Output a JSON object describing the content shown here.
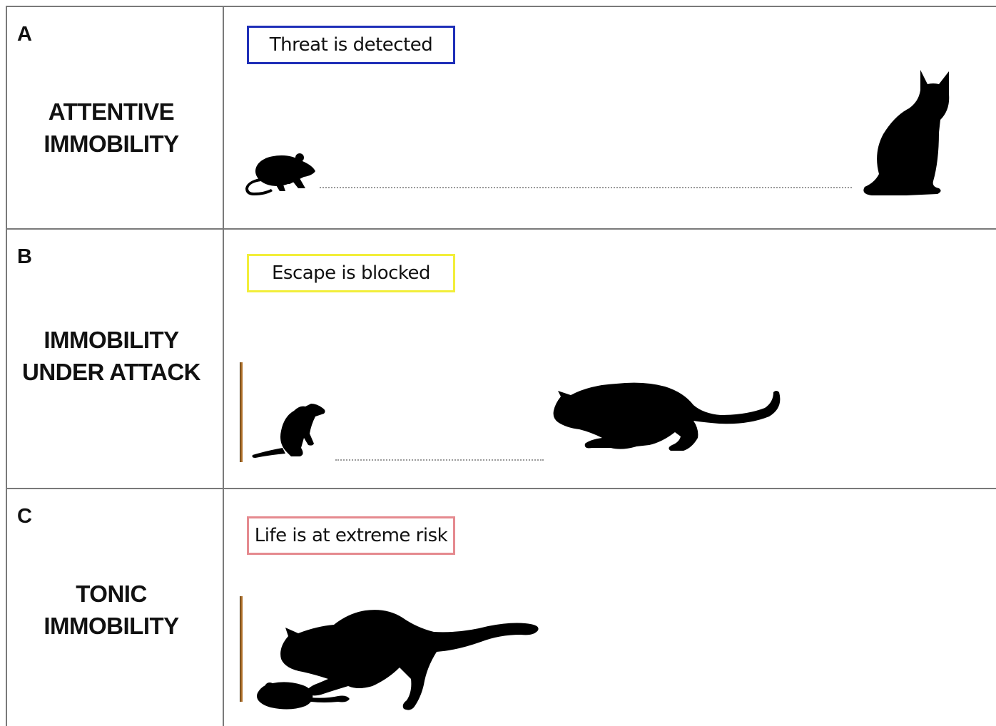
{
  "rows": [
    {
      "letter": "A",
      "title_lines": [
        "ATTENTIVE",
        "IMMOBILITY"
      ],
      "condition": "Threat is detected",
      "condition_border_color": "#1f2fb8"
    },
    {
      "letter": "B",
      "title_lines": [
        "IMMOBILITY",
        "UNDER ATTACK"
      ],
      "condition": "Escape is blocked",
      "condition_border_color": "#f2ee3a"
    },
    {
      "letter": "C",
      "title_lines": [
        "TONIC",
        "IMMOBILITY"
      ],
      "condition": "Life is at extreme risk",
      "condition_border_color": "#e58a8f"
    }
  ],
  "colors": {
    "grid_line": "#7a7a7a",
    "silhouette": "#000000",
    "wall": "#b0712b",
    "distance_line": "#9a9a9a"
  },
  "icons": {
    "rat": "rat-silhouette-icon",
    "rat_upright": "rat-upright-silhouette-icon",
    "cat_sitting": "cat-sitting-silhouette-icon",
    "cat_stalking": "cat-stalking-silhouette-icon",
    "cat_pouncing": "cat-pouncing-silhouette-icon"
  }
}
